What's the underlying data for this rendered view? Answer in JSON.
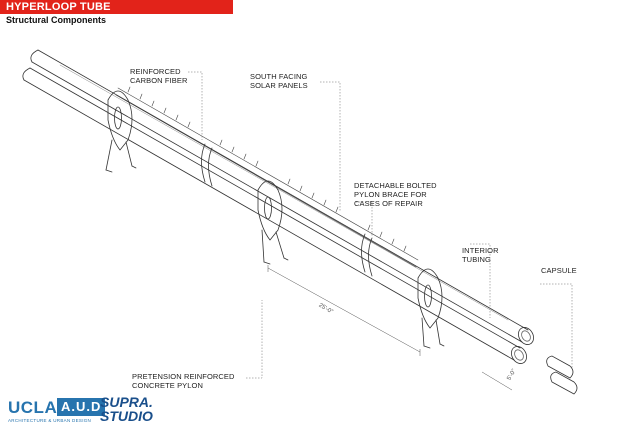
{
  "header": {
    "title": "HYPERLOOP TUBE",
    "subtitle": "Structural  Components"
  },
  "callouts": {
    "carbon_fiber": [
      "REINFORCED",
      "CARBON FIBER"
    ],
    "solar_panels": [
      "SOUTH FACING",
      "SOLAR PANELS"
    ],
    "pylon_brace": [
      "DETACHABLE BOLTED",
      "PYLON BRACE FOR",
      "CASES OF REPAIR"
    ],
    "interior_tubing": [
      "INTERIOR",
      "TUBING"
    ],
    "capsule": [
      "CAPSULE"
    ],
    "concrete_pylon": [
      "PRETENSION REINFORCED",
      "CONCRETE PYLON"
    ]
  },
  "dimensions": {
    "span": "25'-0\"",
    "tube": "5'-0\""
  },
  "logos": {
    "ucla": "UCLA",
    "aud": "A.U.D",
    "aud_sub": "ARCHITECTURE & URBAN DESIGN",
    "supra_line1": "SUPRA.",
    "supra_line2": "STUDIO"
  },
  "colors": {
    "banner": "#e2231a",
    "ucla_blue": "#2774ae",
    "studio_blue": "#1a4f8b"
  }
}
